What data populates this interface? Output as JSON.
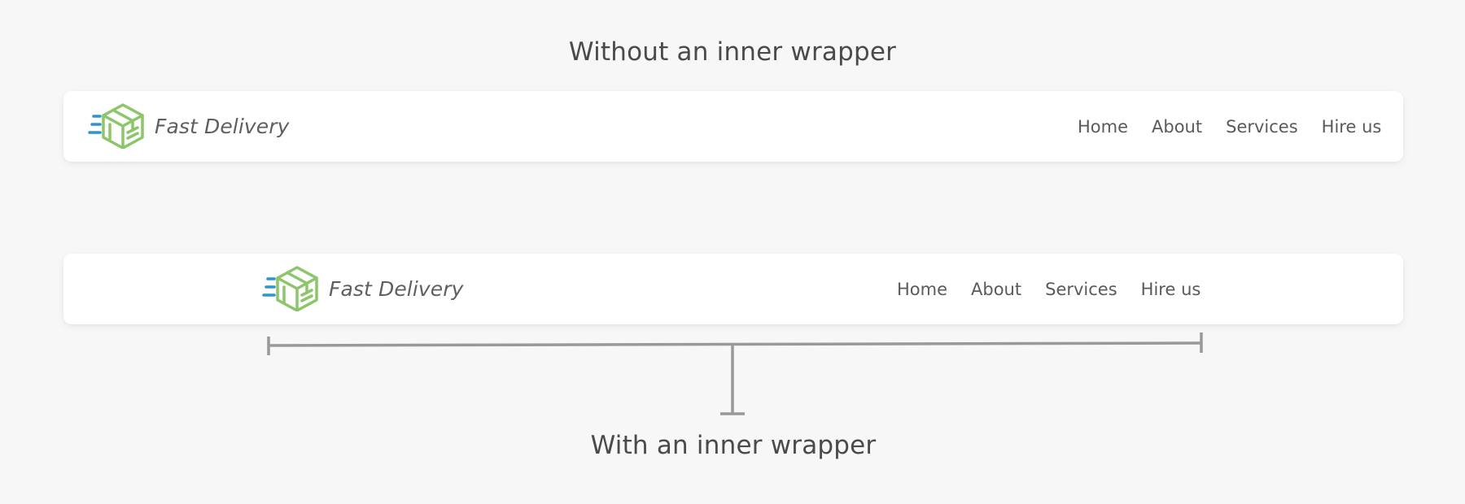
{
  "top_caption": "Without an inner wrapper",
  "bottom_caption": "With an inner wrapper",
  "brand": {
    "name": "Fast Delivery",
    "icon": "delivery-box-icon",
    "box_color": "#8cc66b",
    "speed_lines_color": "#2b94d6"
  },
  "nav_without_wrapper": [
    "Home",
    "About",
    "Services",
    "Hire us"
  ],
  "nav_with_wrapper": [
    "Home",
    "About",
    "Services",
    "Hire us"
  ],
  "wrapper_indicator_color": "#999999"
}
